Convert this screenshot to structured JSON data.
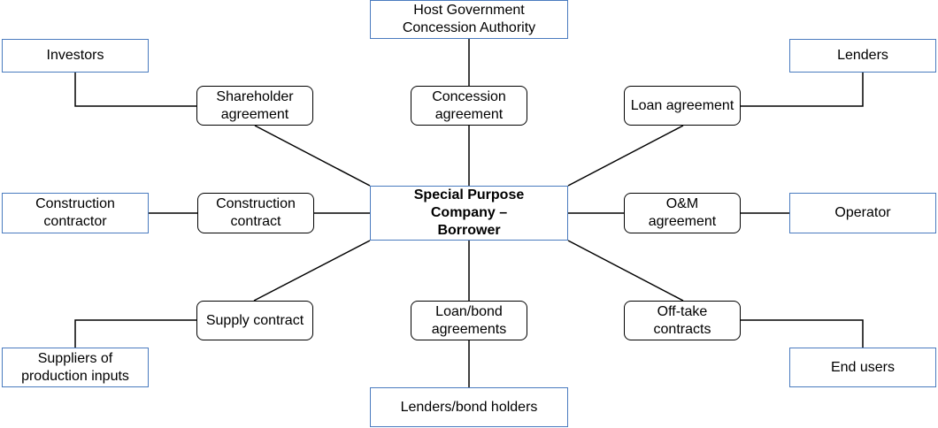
{
  "parties": {
    "host": "Host Government\nConcession Authority",
    "investors": "Investors",
    "lenders_top": "Lenders",
    "construction_contractor": "Construction\ncontractor",
    "spc": "Special Purpose\nCompany –\nBorrower",
    "operator": "Operator",
    "suppliers": "Suppliers of\nproduction inputs",
    "end_users": "End users",
    "bond_holders": "Lenders/bond holders"
  },
  "contracts": {
    "shareholder": "Shareholder\nagreement",
    "concession": "Concession\nagreement",
    "loan": "Loan agreement",
    "construction": "Construction\ncontract",
    "om": "O&M\nagreement",
    "supply": "Supply contract",
    "loan_bond": "Loan/bond\nagreements",
    "offtake": "Off-take\ncontracts"
  }
}
